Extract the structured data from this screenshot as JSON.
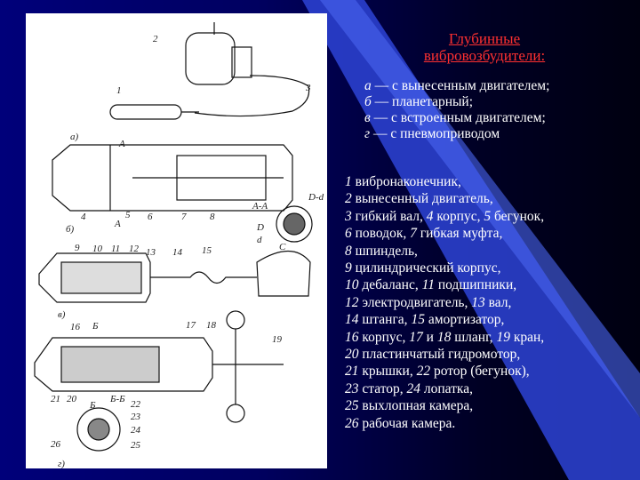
{
  "title": "Глубинные вибровозбудители:",
  "variants": [
    {
      "letter": "а",
      "text": " — с вынесенным двигателем;"
    },
    {
      "letter": "б",
      "text": " — планетарный;"
    },
    {
      "letter": "в",
      "text": " — с встроенным двигателем;"
    },
    {
      "letter": "г",
      "text": " — с пневмоприводом"
    }
  ],
  "legend_lines": [
    [
      {
        "n": "1",
        "t": " вибронаконечник,"
      }
    ],
    [
      {
        "n": "2",
        "t": " вынесенный двигатель,"
      }
    ],
    [
      {
        "n": "3",
        "t": " гибкий вал, "
      },
      {
        "n": "4",
        "t": " корпус, "
      },
      {
        "n": "5",
        "t": " бегунок,"
      }
    ],
    [
      {
        "n": "6",
        "t": " поводок, "
      },
      {
        "n": "7",
        "t": " гибкая муфта,"
      }
    ],
    [
      {
        "n": "8",
        "t": " шпиндель,"
      }
    ],
    [
      {
        "n": "9",
        "t": " цилиндрический корпус,"
      }
    ],
    [
      {
        "n": "10",
        "t": " дебаланс, "
      },
      {
        "n": "11",
        "t": " подшипники,"
      }
    ],
    [
      {
        "n": "12",
        "t": " электродвигатель, "
      },
      {
        "n": "13",
        "t": " вал,"
      }
    ],
    [
      {
        "n": "14",
        "t": " штанга,  "
      },
      {
        "n": "15",
        "t": " амортизатор,"
      }
    ],
    [
      {
        "n": "16",
        "t": " корпус, "
      },
      {
        "n": "17",
        "t": " и "
      },
      {
        "n": "18",
        "t": " шланг, "
      },
      {
        "n": "19",
        "t": " кран,"
      }
    ],
    [
      {
        "n": "20",
        "t": " пластинчатый гидромотор,"
      }
    ],
    [
      {
        "n": "21",
        "t": " крышки,  "
      },
      {
        "n": "22",
        "t": " ротор (бегунок),"
      }
    ],
    [
      {
        "n": "23",
        "t": " статор,  "
      },
      {
        "n": "24",
        "t": " лопатка,"
      }
    ],
    [
      {
        "n": "25",
        "t": " выхлопная камера,"
      }
    ],
    [
      {
        "n": "26",
        "t": " рабочая камера."
      }
    ]
  ],
  "figure": {
    "part_labels": [
      "1",
      "2",
      "3",
      "4",
      "5",
      "6",
      "7",
      "8",
      "9",
      "10",
      "11",
      "12",
      "13",
      "14",
      "15",
      "16",
      "17",
      "18",
      "19",
      "20",
      "21",
      "22",
      "23",
      "24",
      "25",
      "26"
    ],
    "sub_labels": [
      "а)",
      "б)",
      "в)",
      "г)"
    ],
    "section_labels": [
      "А",
      "А",
      "А-А",
      "Б",
      "Б",
      "Б-Б",
      "D-d",
      "D",
      "d",
      "C"
    ]
  },
  "colors": {
    "background_left": "#00007a",
    "background_right": "#000010",
    "wedge": "#3a55e8",
    "title": "#ff3030",
    "text": "#ffffff",
    "panel": "#ffffff"
  }
}
